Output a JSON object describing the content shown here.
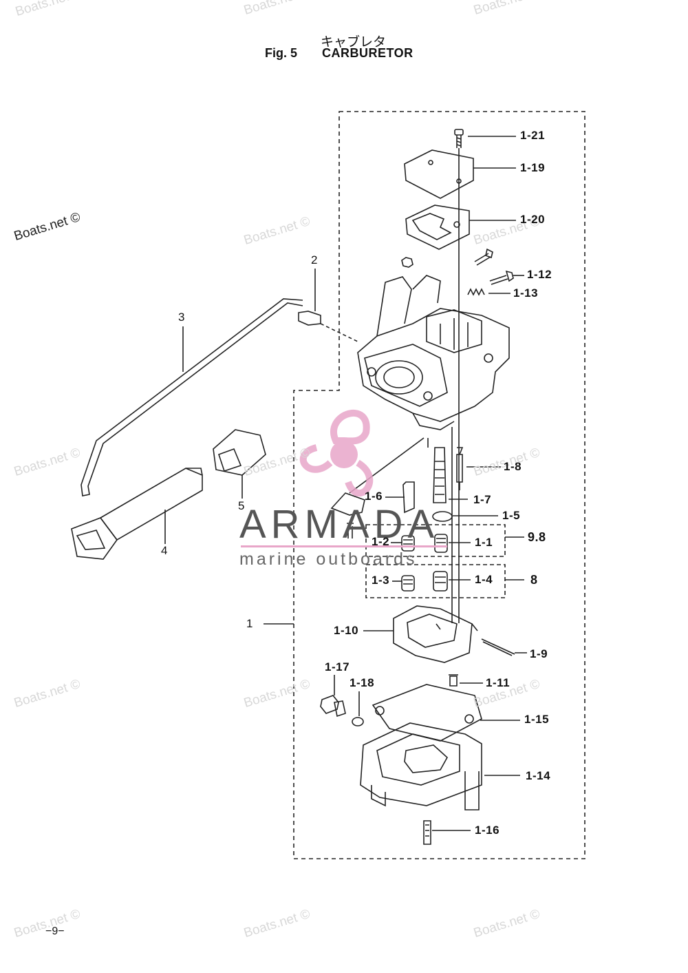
{
  "title": {
    "japanese": "キャブレタ",
    "figure": "Fig. 5",
    "english": "CARBURETOR"
  },
  "watermarks": {
    "boats": "Boats.net ©",
    "brand": "ARMADA",
    "brand_sub": "marine outboards"
  },
  "callouts": {
    "p1_21": "1-21",
    "p1_19": "1-19",
    "p1_20": "1-20",
    "p1_12": "1-12",
    "p1_13": "1-13",
    "p2": "2",
    "p3": "3",
    "p1_8": "1-8",
    "p1_6": "1-6",
    "p1_7": "1-7",
    "p1_5": "1-5",
    "p1_2": "1-2",
    "p1_1": "1-1",
    "p9_8": "9.8",
    "p1_3": "1-3",
    "p1_4": "1-4",
    "p8": "8",
    "p1": "1",
    "p1_10": "1-10",
    "p1_9": "1-9",
    "p1_17": "1-17",
    "p1_18": "1-18",
    "p1_11": "1-11",
    "p1_15": "1-15",
    "p1_14": "1-14",
    "p1_16": "1-16",
    "p4": "4",
    "p5": "5"
  },
  "page_number": "−9−",
  "colors": {
    "line": "#222222",
    "watermark": "#d8d8d8",
    "brand_pink": "#e8a6c9",
    "brand_gray": "#555555"
  }
}
